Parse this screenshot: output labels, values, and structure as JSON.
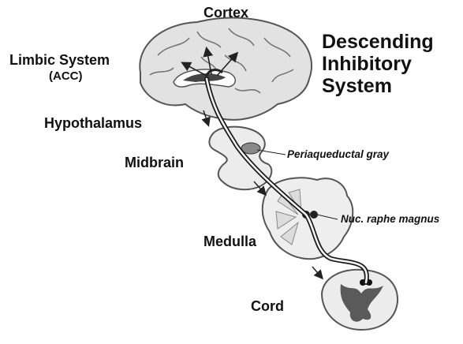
{
  "title": {
    "line1": "Descending",
    "line2": "Inhibitory",
    "line3": "System"
  },
  "labels": {
    "cortex": "Cortex",
    "limbic": "Limbic System",
    "acc": "(ACC)",
    "hypothalamus": "Hypothalamus",
    "midbrain": "Midbrain",
    "pag": "Periaqueductal gray",
    "medulla": "Medulla",
    "nrm": "Nuc. raphe magnus",
    "cord": "Cord"
  },
  "colors": {
    "tissue": "#e6e6e6",
    "outline": "#444444",
    "pathway": "#1a1a1a",
    "grayMatter": "#5a5a5a"
  }
}
